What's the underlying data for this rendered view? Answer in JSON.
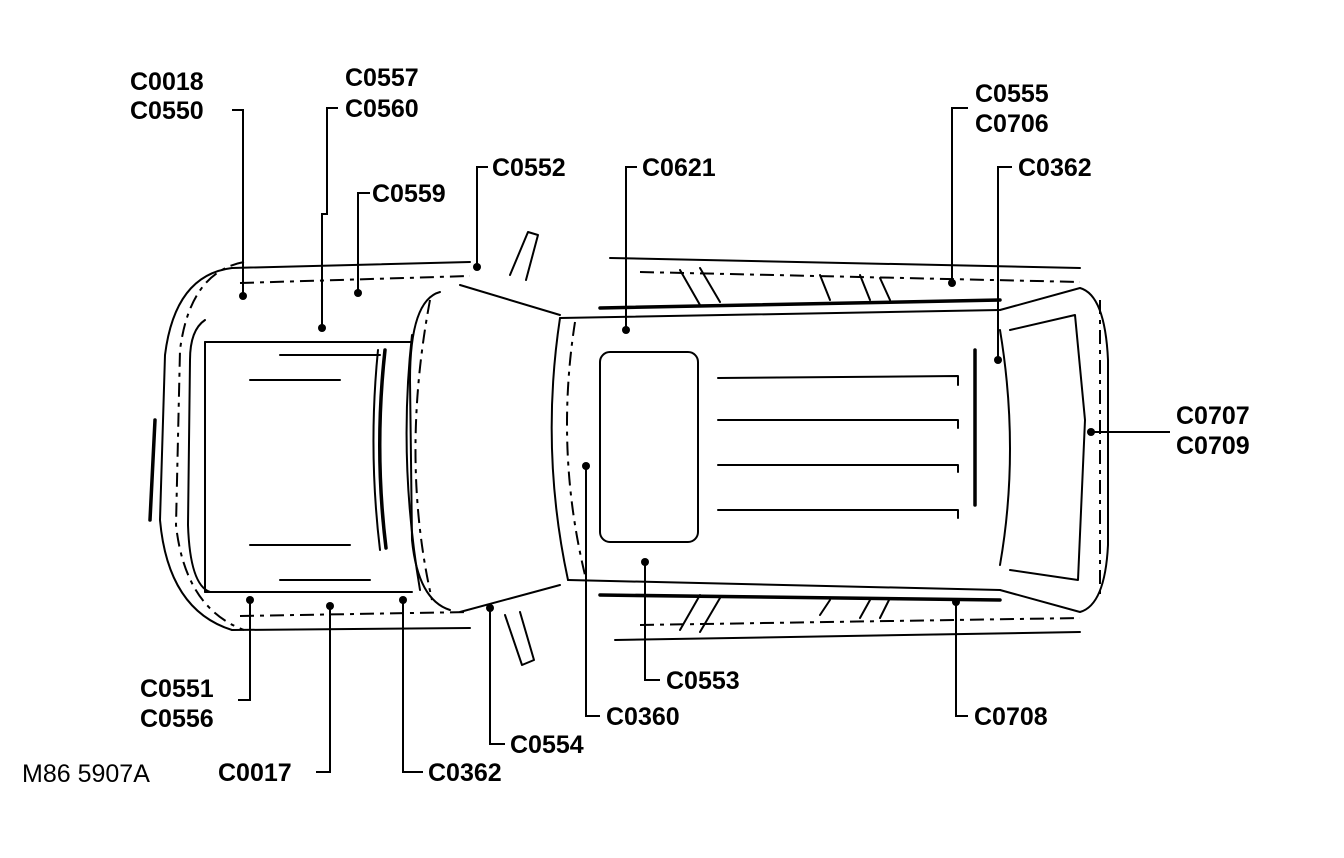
{
  "figure_ref": "M86 5907A",
  "connectors": [
    {
      "id": "c0018-c0550",
      "lines": [
        "C0018",
        "C0550"
      ]
    },
    {
      "id": "c0557-c0560",
      "lines": [
        "C0557",
        "C0560"
      ]
    },
    {
      "id": "c0559",
      "lines": [
        "C0559"
      ]
    },
    {
      "id": "c0552",
      "lines": [
        "C0552"
      ]
    },
    {
      "id": "c0621",
      "lines": [
        "C0621"
      ]
    },
    {
      "id": "c0555-c0706",
      "lines": [
        "C0555",
        "C0706"
      ]
    },
    {
      "id": "c0362-rear",
      "lines": [
        "C0362"
      ]
    },
    {
      "id": "c0707-c0709",
      "lines": [
        "C0707",
        "C0709"
      ]
    },
    {
      "id": "c0551-c0556",
      "lines": [
        "C0551",
        "C0556"
      ]
    },
    {
      "id": "c0017",
      "lines": [
        "C0017"
      ]
    },
    {
      "id": "c0362-front",
      "lines": [
        "C0362"
      ]
    },
    {
      "id": "c0554",
      "lines": [
        "C0554"
      ]
    },
    {
      "id": "c0360",
      "lines": [
        "C0360"
      ]
    },
    {
      "id": "c0553",
      "lines": [
        "C0553"
      ]
    },
    {
      "id": "c0708",
      "lines": [
        "C0708"
      ]
    }
  ]
}
